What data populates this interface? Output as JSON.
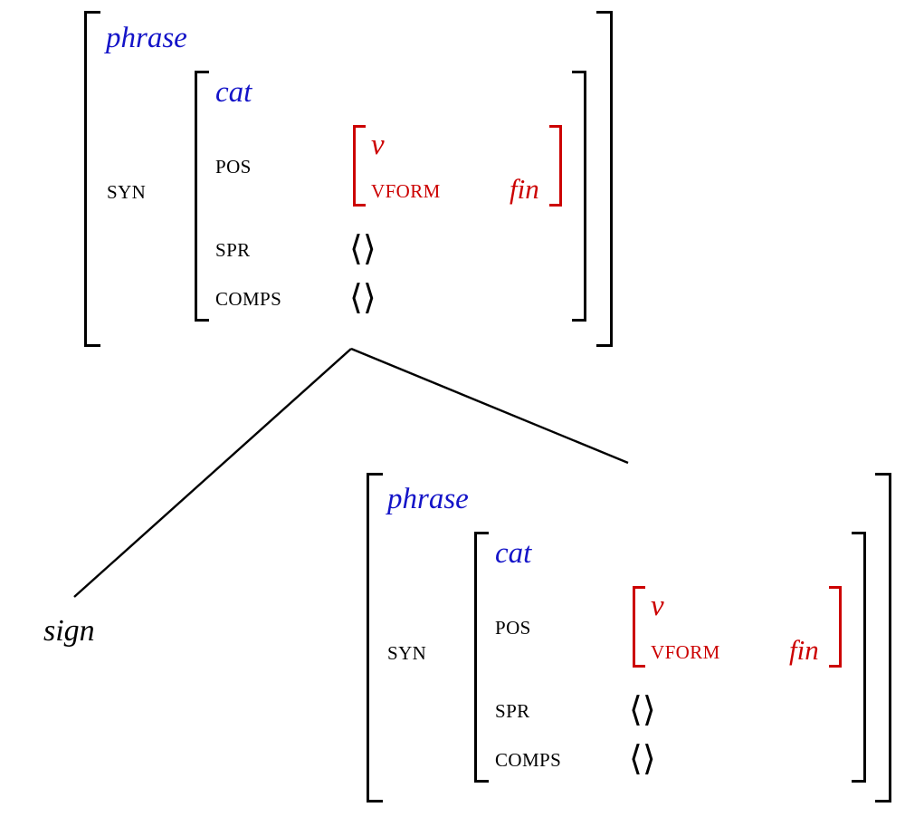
{
  "figure": {
    "title": "HPSG phrase structure tree with attribute-value matrices",
    "background_color": "#ffffff",
    "colors": {
      "type_blue": "#1414c8",
      "constraint_red": "#cc0000",
      "text_black": "#000000"
    }
  },
  "nodes": {
    "mother": {
      "id": "mother-avm",
      "type_label": "phrase",
      "features": [
        {
          "name": "SYN",
          "value_type_label": "cat",
          "inner_features": [
            {
              "name": "POS",
              "value_type_label": "v",
              "inner_features": [
                {
                  "name": "VFORM",
                  "value": "fin"
                }
              ]
            },
            {
              "name": "SPR",
              "value": "⟨⟩"
            },
            {
              "name": "COMPS",
              "value": "⟨⟩"
            }
          ]
        }
      ]
    },
    "left_daughter": {
      "id": "sign-leaf",
      "type_label": "sign"
    },
    "right_daughter": {
      "id": "daughter-avm",
      "type_label": "phrase",
      "features": [
        {
          "name": "SYN",
          "value_type_label": "cat",
          "inner_features": [
            {
              "name": "POS",
              "value_type_label": "v",
              "inner_features": [
                {
                  "name": "VFORM",
                  "value": "fin"
                }
              ]
            },
            {
              "name": "SPR",
              "value": "⟨⟩"
            },
            {
              "name": "COMPS",
              "value": "⟨⟩"
            }
          ]
        }
      ]
    }
  },
  "edges": [
    {
      "name": "left-branch",
      "from": "mother-avm",
      "to": "sign-leaf"
    },
    {
      "name": "right-branch",
      "from": "mother-avm",
      "to": "daughter-avm"
    }
  ]
}
